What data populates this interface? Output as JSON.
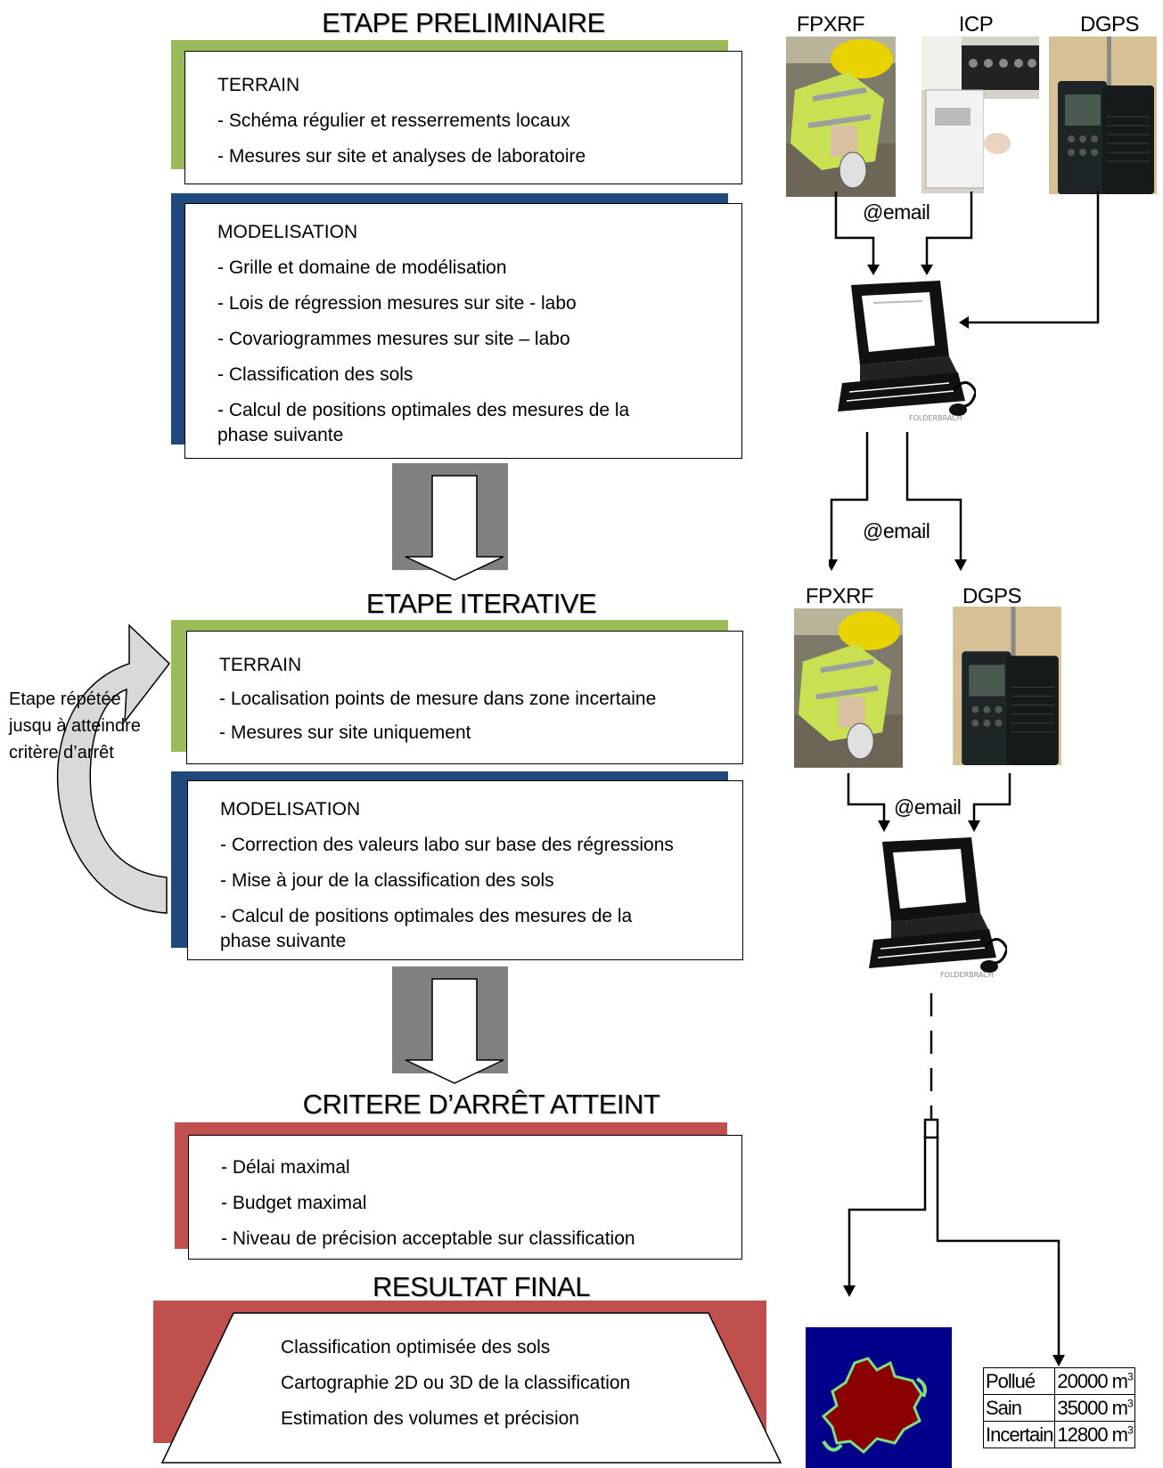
{
  "stage1": {
    "title": "ETAPE PRELIMINAIRE",
    "terrain": {
      "heading": "TERRAIN",
      "items": [
        "- Schéma régulier et resserrements locaux",
        "- Mesures sur site et analyses de laboratoire"
      ]
    },
    "modelisation": {
      "heading": "MODELISATION",
      "items": [
        "- Grille et domaine de modélisation",
        "- Lois de régression mesures sur site - labo",
        "- Covariogrammes mesures sur site – labo",
        "- Classification des sols",
        "- Calcul de positions optimales des mesures de la",
        "phase suivante"
      ]
    }
  },
  "stage2": {
    "title": "ETAPE ITERATIVE",
    "terrain": {
      "heading": "TERRAIN",
      "items": [
        "- Localisation points de mesure dans zone incertaine",
        "- Mesures sur site uniquement"
      ]
    },
    "modelisation": {
      "heading": "MODELISATION",
      "items": [
        "- Correction des valeurs labo sur base des régressions",
        "- Mise à jour de la classification des sols",
        "- Calcul de positions optimales des mesures de la",
        "phase suivante"
      ]
    },
    "loop_note": [
      "Etape répétée",
      "jusqu à atteindre",
      "critère d’arrêt"
    ]
  },
  "stage3": {
    "title": "CRITERE D’ARRÊT ATTEINT",
    "items": [
      "- Délai maximal",
      "- Budget maximal",
      "- Niveau de précision acceptable sur classification"
    ]
  },
  "stage4": {
    "title": "RESULTAT FINAL",
    "items": [
      "Classification optimisée des sols",
      "Cartographie 2D ou 3D de la classification",
      "Estimation des volumes et précision"
    ]
  },
  "devices": {
    "top": [
      "FPXRF",
      "ICP",
      "DGPS"
    ],
    "bottom": [
      "FPXRF",
      "DGPS"
    ],
    "email_label": "@email"
  },
  "volumes": {
    "rows": [
      {
        "label": "Pollué",
        "value": "20000 m",
        "exp": "3"
      },
      {
        "label": "Sain",
        "value": "35000 m",
        "exp": "3"
      },
      {
        "label": "Incertain",
        "value": "12800 m",
        "exp": "3"
      }
    ]
  },
  "colors": {
    "green": "#9bbb59",
    "navy": "#1f497d",
    "red": "#c0504d",
    "gray_arrow": "#808080",
    "map_blue": "#00008b",
    "map_red": "#8b0000",
    "map_green": "#7fe07f"
  }
}
